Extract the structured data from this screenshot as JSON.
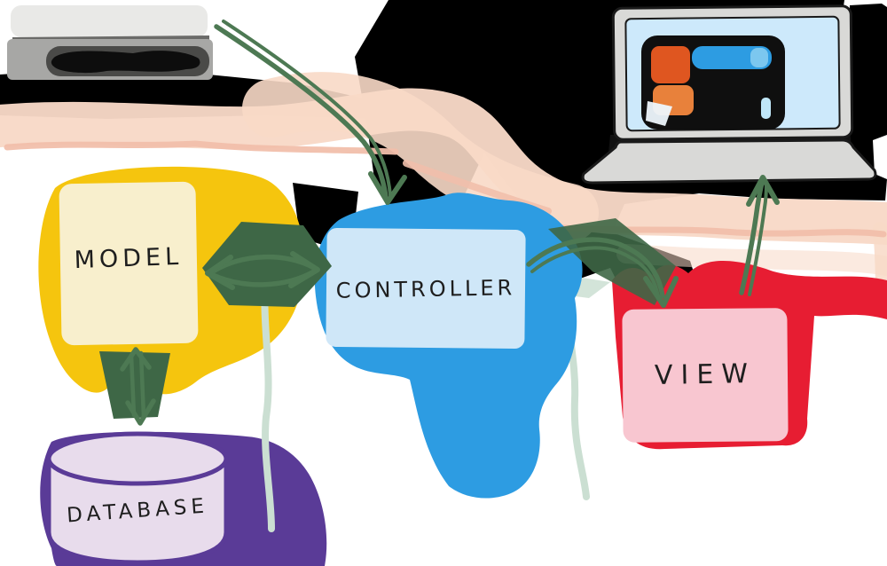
{
  "diagram_type": "hand-drawn MVC architecture sketch",
  "nodes": {
    "model": {
      "label": "MODEL",
      "fill": "#f8efcd",
      "halo": "#f5c50e"
    },
    "controller": {
      "label": "CONTROLLER",
      "fill": "#cfe7f8",
      "halo": "#2d9ce2"
    },
    "view": {
      "label": "VIEW",
      "fill": "#f8c6d0",
      "halo": "#e71d32"
    },
    "database": {
      "label": "DATABASE",
      "fill": "#e8dcec",
      "halo": "#5a3b97",
      "outline": "#5a3b97"
    }
  },
  "devices": {
    "server": {
      "icon": "server-stack-icon",
      "body_color": "#a7a7a5",
      "top_color": "#e9e9e7"
    },
    "laptop": {
      "icon": "laptop-icon",
      "body_color": "#d9d9d7",
      "screen_color": "#cde9fb",
      "window_accents": [
        "#df5620",
        "#e8813b",
        "#2d9ce2"
      ]
    }
  },
  "arrows": [
    {
      "from": "server",
      "to": "controller",
      "direction": "one-way",
      "color": "#4d7953"
    },
    {
      "from": "model",
      "to": "controller",
      "direction": "two-way",
      "color": "#4d7953"
    },
    {
      "from": "model",
      "to": "database",
      "direction": "two-way",
      "color": "#4d7953"
    },
    {
      "from": "controller",
      "to": "view",
      "direction": "one-way",
      "color": "#4d7953"
    },
    {
      "from": "view",
      "to": "laptop",
      "direction": "one-way",
      "color": "#4d7953"
    }
  ],
  "decorations": {
    "peach_wash": "#f8d9c7",
    "peach_line": "#f1bfab",
    "mint_lines": "#cbdfd2",
    "ink_blobs": "#000000",
    "arrow_shadow_green": "#3e6746"
  }
}
